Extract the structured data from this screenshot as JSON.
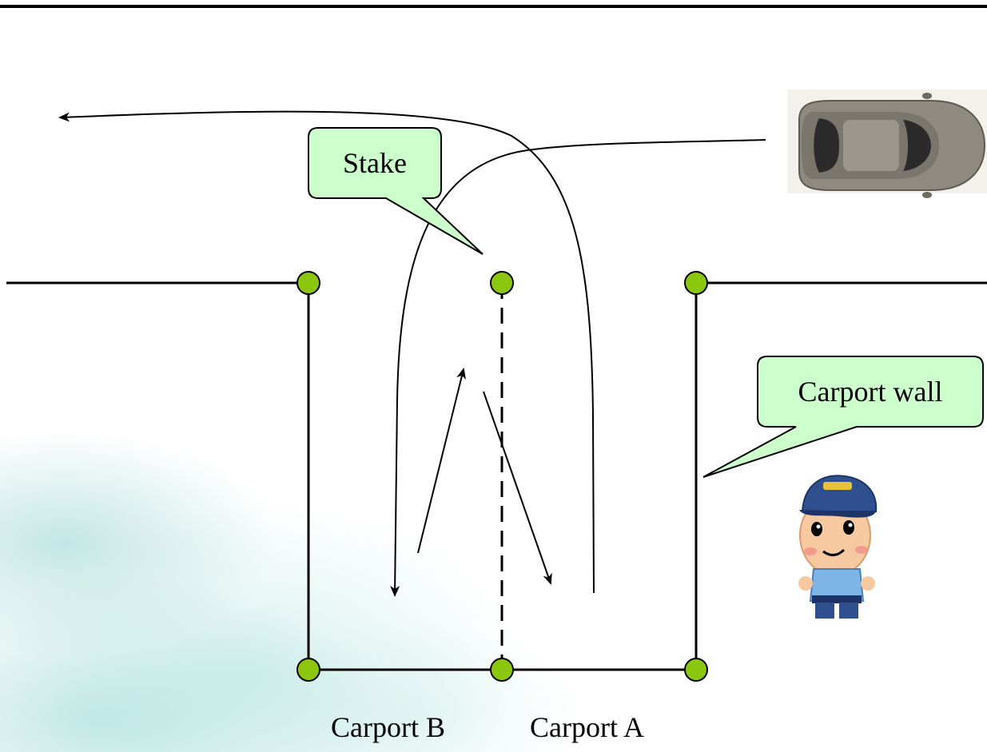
{
  "callouts": {
    "stake": "Stake",
    "carport_wall": "Carport wall"
  },
  "labels": {
    "carport_b": "Carport B",
    "carport_a": "Carport A"
  },
  "colors": {
    "post_fill": "#8cc710",
    "callout_fill": "#ccffcc",
    "line": "#000000",
    "car_body": "#8e8a80"
  },
  "icons": {
    "car": "car-top-view-icon",
    "guard": "security-guard-icon"
  }
}
